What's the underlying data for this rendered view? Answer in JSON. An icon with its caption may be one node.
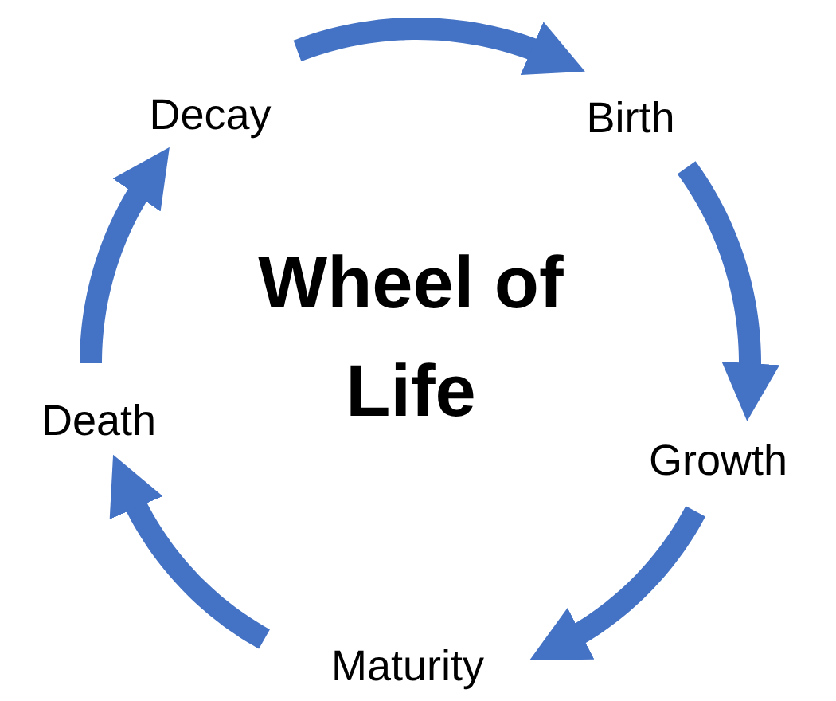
{
  "diagram": {
    "title": "Wheel of Life",
    "nodes": [
      {
        "text": [
          "Decay"
        ]
      },
      {
        "text": [
          "Birth"
        ]
      },
      {
        "text": [
          "Growth"
        ]
      },
      {
        "text": [
          "Maturity"
        ]
      },
      {
        "text": [
          "Death"
        ]
      }
    ],
    "edges": [
      {
        "from": 0,
        "to": 1,
        "arrow": "to"
      },
      {
        "from": 1,
        "to": 2,
        "arrow": "to"
      },
      {
        "from": 2,
        "to": 3,
        "arrow": "to"
      },
      {
        "from": 3,
        "to": 4,
        "arrow": "to"
      },
      {
        "from": 4,
        "to": 0,
        "arrow": "to"
      }
    ]
  }
}
